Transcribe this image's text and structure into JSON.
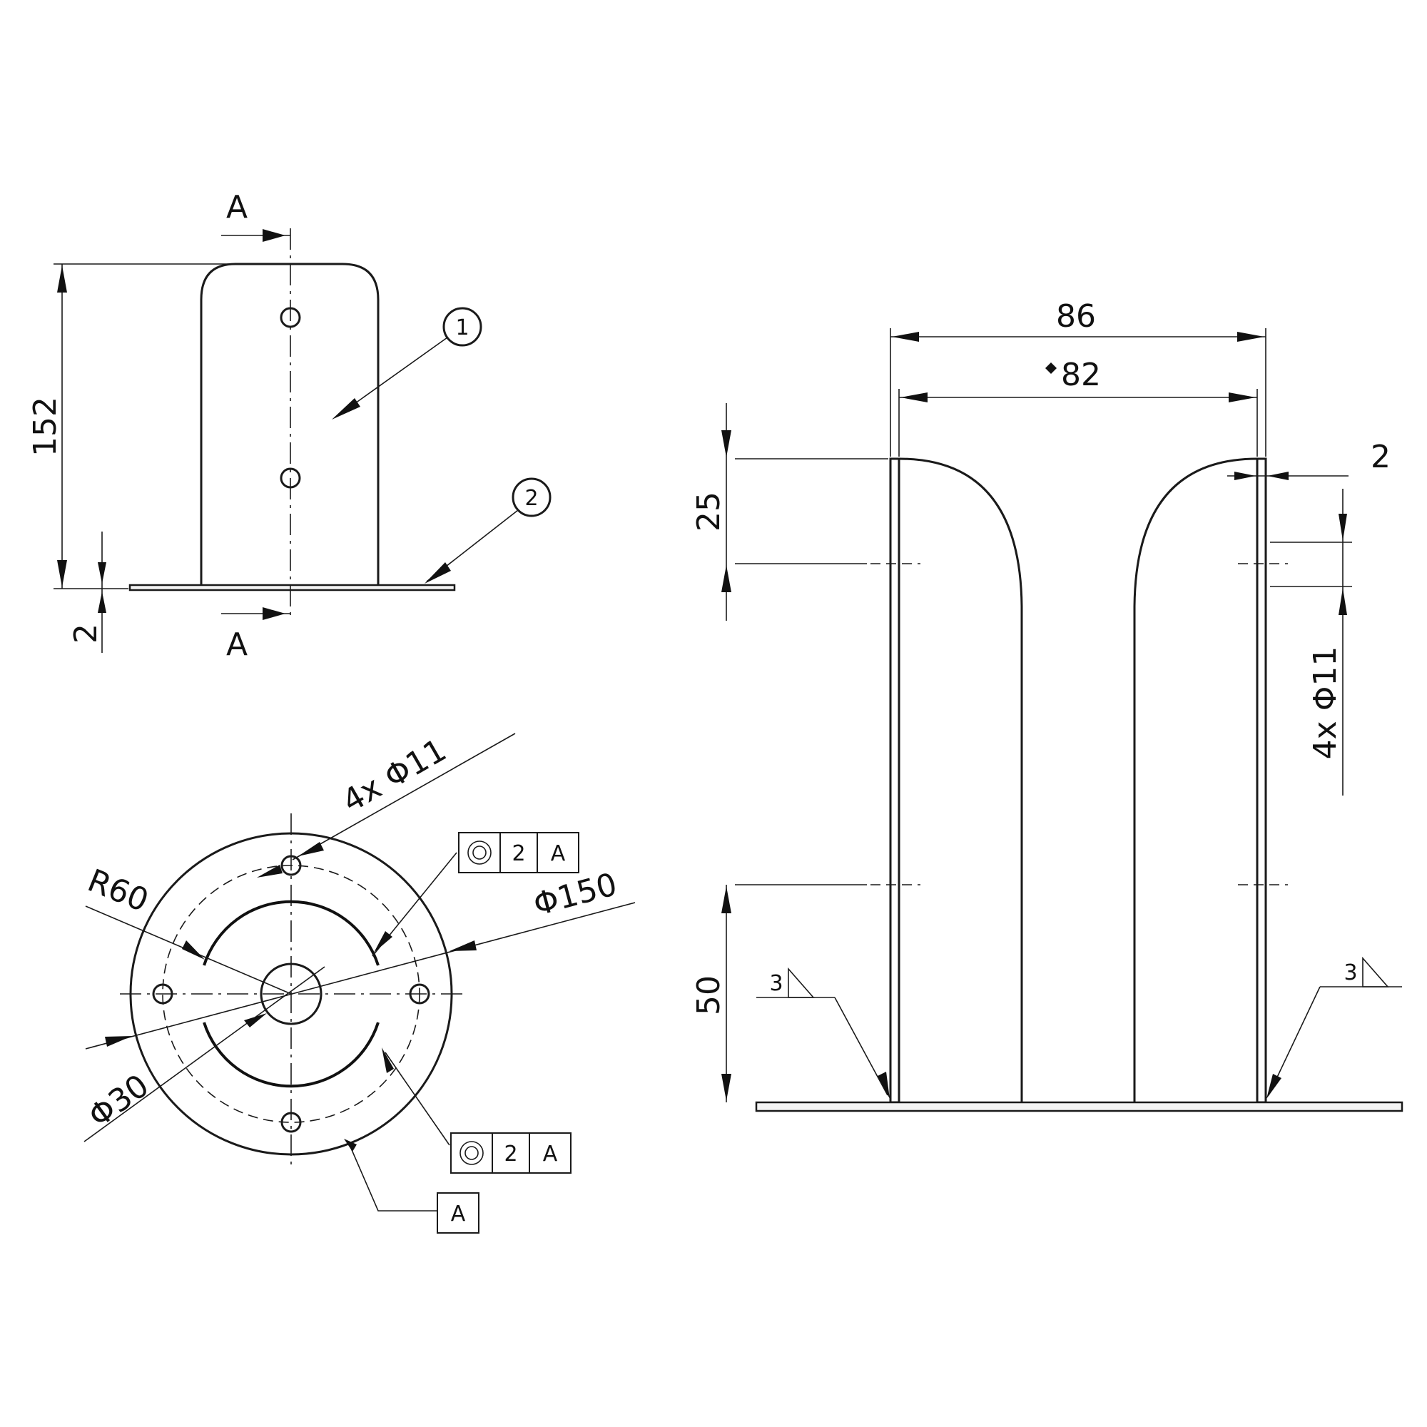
{
  "views": {
    "side": {
      "section_label_top": "A",
      "section_label_bottom": "A",
      "dim_height": "152",
      "dim_base": "2",
      "balloon_1": "1",
      "balloon_2": "2"
    },
    "top": {
      "holes": "4x Φ11",
      "outer_diameter": "Φ150",
      "bore": "Φ30",
      "arc_radius": "R60",
      "fcf_upper": {
        "tolerance": "2",
        "datum": "A"
      },
      "fcf_lower": {
        "tolerance": "2",
        "datum": "A"
      },
      "datum_label": "A"
    },
    "section": {
      "dim_outer_width": "86",
      "dim_inner_width": "82",
      "dim_thickness": "2",
      "dim_top": "25",
      "dim_bottom": "50",
      "holes": "4x Φ11",
      "weld_left": "3",
      "weld_right": "3"
    }
  },
  "icons": {
    "concentricity": "concentricity-icon",
    "weld": "fillet-weld-icon",
    "diamond": "basic-dimension-marker-icon"
  }
}
